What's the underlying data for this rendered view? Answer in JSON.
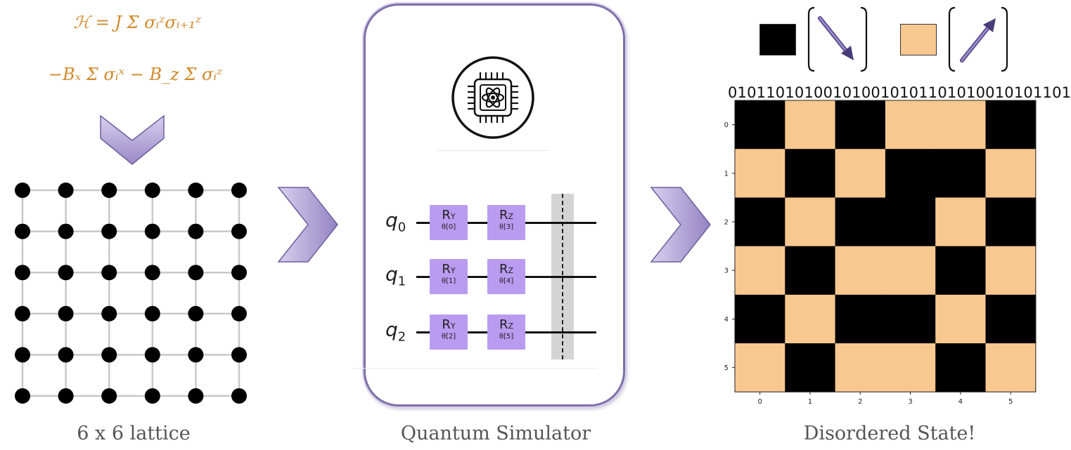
{
  "hamiltonian": {
    "line1": "ℋ = J Σ σᵢᶻσᵢ₊₁ᶻ",
    "line2": "−Bₓ Σ σᵢˣ − B_z Σ σᵢᶻ"
  },
  "captions": {
    "lattice": "6 x 6 lattice",
    "simulator": "Quantum Simulator",
    "state": "Disordered State!"
  },
  "legend": {
    "down_color": "#000000",
    "up_color": "#f9c891",
    "down_icon": "arrow-down-right-icon",
    "up_icon": "arrow-up-right-icon"
  },
  "circuit": {
    "qubits": [
      {
        "name": "q",
        "index": "0",
        "gates": [
          {
            "label": "R",
            "sub": "Y",
            "param": "θ[0]"
          },
          {
            "label": "R",
            "sub": "Z",
            "param": "θ[3]"
          }
        ]
      },
      {
        "name": "q",
        "index": "1",
        "gates": [
          {
            "label": "R",
            "sub": "Y",
            "param": "θ[1]"
          },
          {
            "label": "R",
            "sub": "Z",
            "param": "θ[4]"
          }
        ]
      },
      {
        "name": "q",
        "index": "2",
        "gates": [
          {
            "label": "R",
            "sub": "Y",
            "param": "θ[2]"
          },
          {
            "label": "R",
            "sub": "Z",
            "param": "θ[5]"
          }
        ]
      }
    ],
    "chip_icon": "quantum-chip-icon"
  },
  "chart_data": {
    "type": "heatmap",
    "bitstring": "010110101001010010101101010010101101",
    "rows": [
      [
        0,
        1,
        0,
        1,
        1,
        0
      ],
      [
        1,
        0,
        1,
        0,
        0,
        1
      ],
      [
        0,
        1,
        0,
        0,
        1,
        0
      ],
      [
        1,
        0,
        1,
        1,
        0,
        1
      ],
      [
        0,
        1,
        0,
        0,
        1,
        0
      ],
      [
        1,
        0,
        1,
        1,
        0,
        1
      ]
    ],
    "x_ticks": [
      "0",
      "1",
      "2",
      "3",
      "4",
      "5"
    ],
    "y_ticks": [
      "0",
      "1",
      "2",
      "3",
      "4",
      "5"
    ],
    "colors": {
      "0": "#000000",
      "1": "#f9c891"
    }
  },
  "lattice": {
    "rows": 6,
    "cols": 6
  }
}
